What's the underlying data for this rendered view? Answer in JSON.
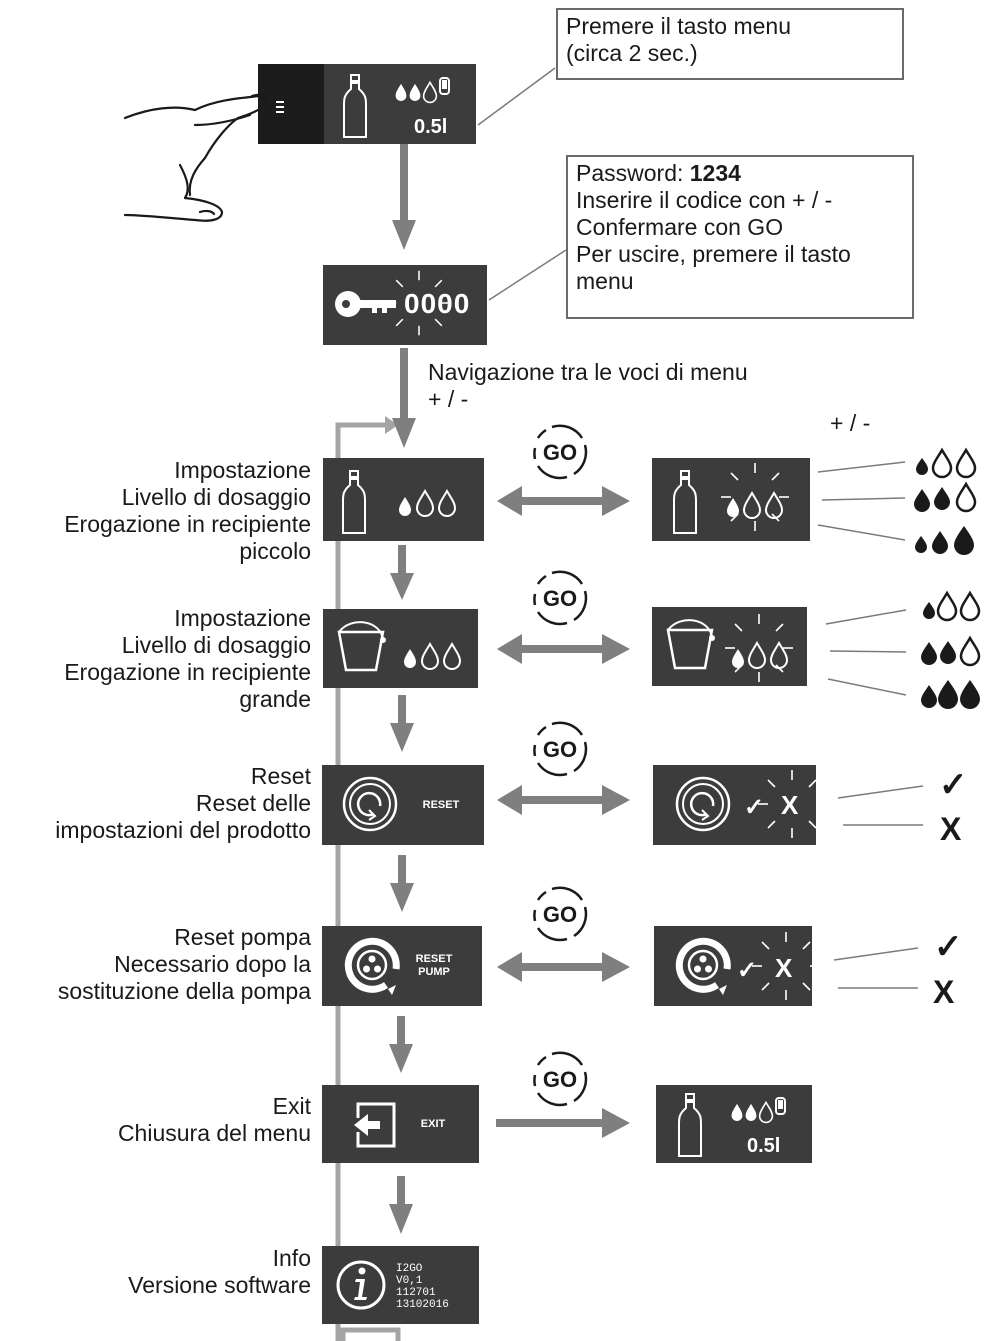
{
  "callouts": {
    "press_menu": [
      "Premere il tasto menu",
      "(circa 2 sec.)"
    ],
    "password_label": "Password:",
    "password_value": "1234",
    "password_lines": [
      "Inserire il codice con + / -",
      "Confermare con GO",
      "Per uscire, premere il tasto",
      "menu"
    ]
  },
  "navigation": [
    "Navigazione tra le voci di menu",
    "+ / -"
  ],
  "plus_minus": "+ / -",
  "go_label": "GO",
  "screens": {
    "volume": "0.5l",
    "code": "0000",
    "reset": "RESET",
    "reset_pump": [
      "RESET",
      "PUMP"
    ],
    "exit": "EXIT",
    "info": [
      "I2GO",
      "V0,1",
      "112701",
      "13102016"
    ]
  },
  "menu_items": [
    {
      "lines": [
        "Impostazione",
        "Livello di dosaggio",
        "Erogazione in recipiente",
        "piccolo"
      ]
    },
    {
      "lines": [
        "Impostazione",
        "Livello di dosaggio",
        "Erogazione in recipiente",
        "grande"
      ]
    },
    {
      "lines": [
        "Reset",
        "Reset delle",
        "impostazioni del prodotto"
      ]
    },
    {
      "lines": [
        "Reset pompa",
        "Necessario dopo la",
        "sostituzione della pompa"
      ]
    },
    {
      "lines": [
        "Exit",
        "Chiusura del menu"
      ]
    },
    {
      "lines": [
        "Info",
        "Versione software"
      ]
    }
  ],
  "choices": {
    "yes": "✓",
    "no": "X"
  },
  "colors": {
    "screen": "#3c3c3c",
    "arrow": "#7f7f7f",
    "ink": "#1a1a1a"
  }
}
